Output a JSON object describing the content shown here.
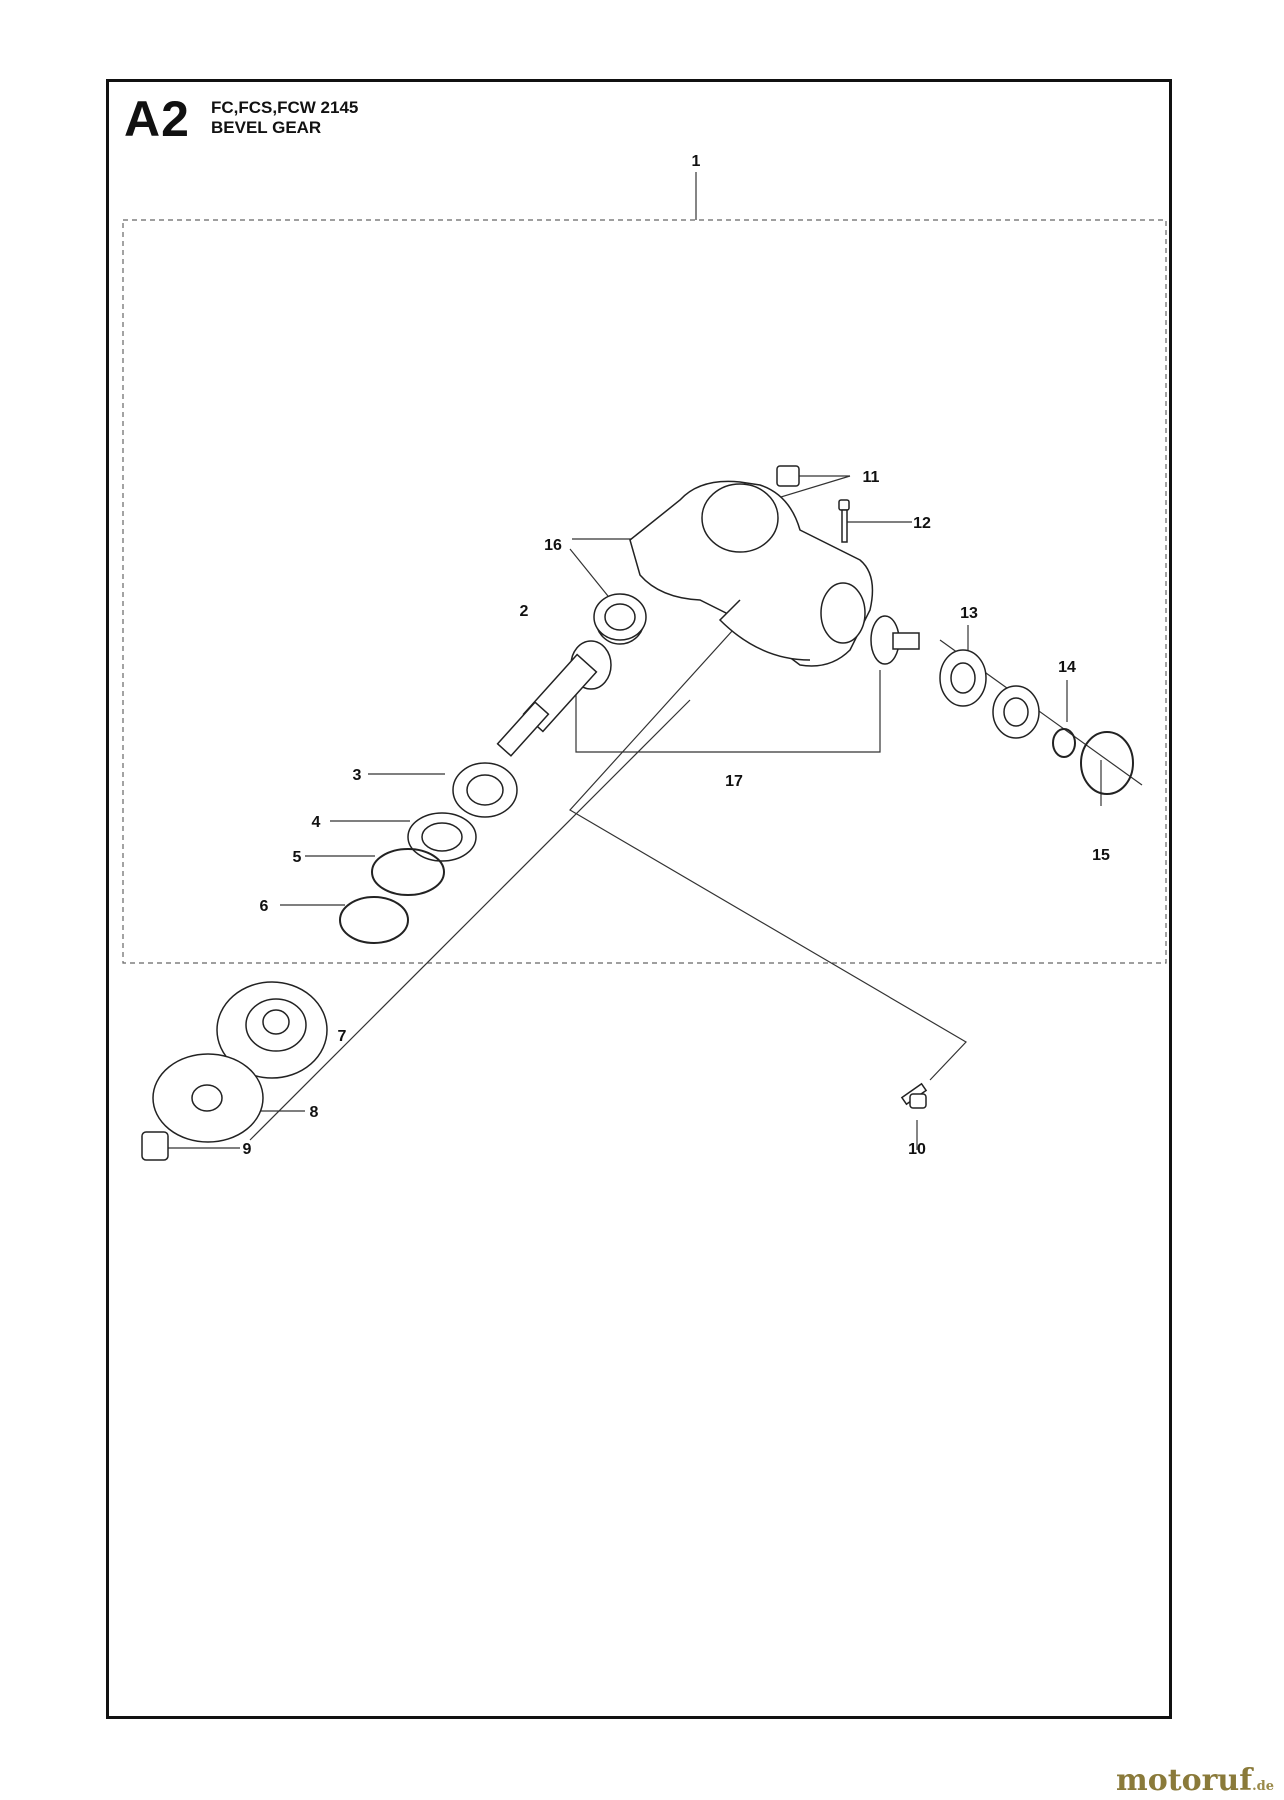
{
  "header": {
    "section_code": "A2",
    "models": "FC,FCS,FCW 2145",
    "title": "BEVEL GEAR"
  },
  "callouts": [
    "1",
    "2",
    "3",
    "4",
    "5",
    "6",
    "7",
    "8",
    "9",
    "10",
    "11",
    "12",
    "13",
    "14",
    "15",
    "16",
    "17"
  ],
  "watermark": {
    "brand": "motoruf",
    "tld": ".de"
  }
}
